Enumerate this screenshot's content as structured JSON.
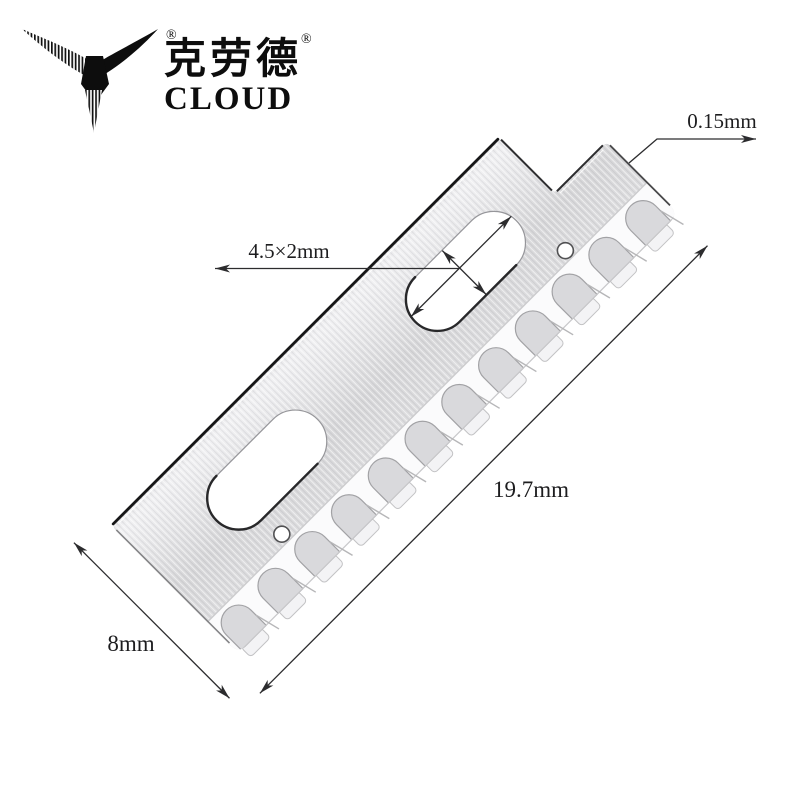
{
  "logo": {
    "bird_icon": "swallow-bird-mark",
    "registered_mark": "®",
    "brand_cn": "克劳德",
    "brand_en": "CLOUD"
  },
  "illustration": {
    "tooth_count": 12,
    "slot_count": 2,
    "pin_hole_count": 2,
    "colors": {
      "background": "#ffffff",
      "blade_body": "#dcdcde",
      "bevel_band": "#fbfbfc",
      "tooth_face": "#d9d9dc",
      "spine_edge": "#1a1a1b",
      "dimension_ink": "#2c2c2e"
    }
  },
  "annotations": {
    "thickness": {
      "label": "0.15mm"
    },
    "slot_size": {
      "label": "4.5×2mm"
    },
    "edge_length": {
      "label": "19.7mm"
    },
    "width": {
      "label": "8mm"
    }
  }
}
